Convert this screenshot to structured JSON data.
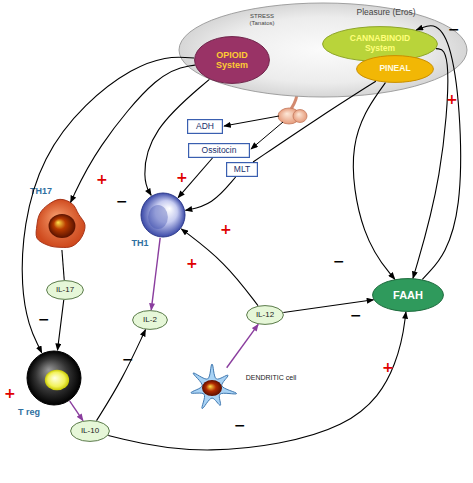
{
  "diagram": {
    "nodes": [
      {
        "text": [
          "Pleasure (Eros)",
          "STRESS (Tanatos)"
        ]
      },
      {
        "text": [
          "CANNABINOID System"
        ],
        "in": 0
      },
      {
        "text": [
          "OPIOID System"
        ],
        "in": 0
      },
      {
        "text": [
          "PINEAL"
        ],
        "in": 0
      },
      {
        "text": [
          "ADH"
        ]
      },
      {
        "text": [
          "Ossitocin"
        ]
      },
      {
        "text": [
          "MLT"
        ]
      },
      {
        "text": [
          "TH17"
        ]
      },
      {
        "text": [
          "TH1"
        ]
      },
      {
        "text": [
          "IL-17"
        ]
      },
      {
        "text": [
          "IL-2"
        ]
      },
      {
        "text": [
          "IL-12"
        ]
      },
      {
        "text": [
          "FAAH"
        ]
      },
      {
        "text": [
          "T reg"
        ]
      },
      {
        "text": [
          "DENDRITIC cell"
        ]
      },
      {
        "text": [
          "IL-10"
        ]
      }
    ],
    "edges": [
      {
        "from": 2,
        "to": 7,
        "arrow": "to",
        "label": "+"
      },
      {
        "from": 2,
        "to": 13,
        "arrow": "to",
        "label": "+"
      },
      {
        "from": 2,
        "to": 8,
        "arrow": "to",
        "label": "−"
      },
      {
        "from": 5,
        "to": 8,
        "arrow": "to",
        "label": "+"
      },
      {
        "from": 6,
        "to": 8,
        "arrow": "to",
        "label": "+"
      },
      {
        "from": 3,
        "to": 6,
        "arrow": "none"
      },
      {
        "from": 3,
        "to": 12,
        "arrow": "to",
        "label": "−"
      },
      {
        "from": 11,
        "to": 8,
        "arrow": "to",
        "label": "+"
      },
      {
        "from": 11,
        "to": 12,
        "arrow": "to",
        "label": "−"
      },
      {
        "from": 14,
        "to": 11,
        "arrow": "to"
      },
      {
        "from": 8,
        "to": 10,
        "arrow": "to"
      },
      {
        "from": 7,
        "to": 9,
        "arrow": "none"
      },
      {
        "from": 9,
        "to": 13,
        "arrow": "to",
        "label": "−"
      },
      {
        "from": 13,
        "to": 15,
        "arrow": "to"
      },
      {
        "from": 15,
        "to": 10,
        "arrow": "to",
        "label": "−"
      },
      {
        "from": 15,
        "to": 12,
        "arrow": "to",
        "label": "+"
      },
      {
        "from": 12,
        "to": 1,
        "arrow": "to",
        "label": "−"
      },
      {
        "from": 1,
        "to": 12,
        "arrow": "to",
        "label": "+"
      }
    ],
    "labels": [
      "−"
    ]
  }
}
